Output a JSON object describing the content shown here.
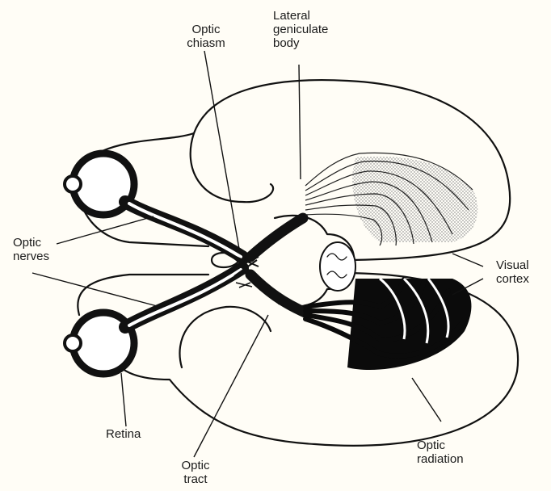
{
  "labels": {
    "optic_chiasm": "Optic\nchiasm",
    "lateral_geniculate_body": "Lateral\ngeniculate\nbody",
    "optic_nerves": "Optic\nnerves",
    "visual_cortex": "Visual\ncortex",
    "retina": "Retina",
    "optic_tract": "Optic\ntract",
    "optic_radiation": "Optic\nradiation"
  },
  "colors": {
    "ink": "#111111",
    "stipple": "#cfcfcf",
    "background": "#fffdf6"
  }
}
